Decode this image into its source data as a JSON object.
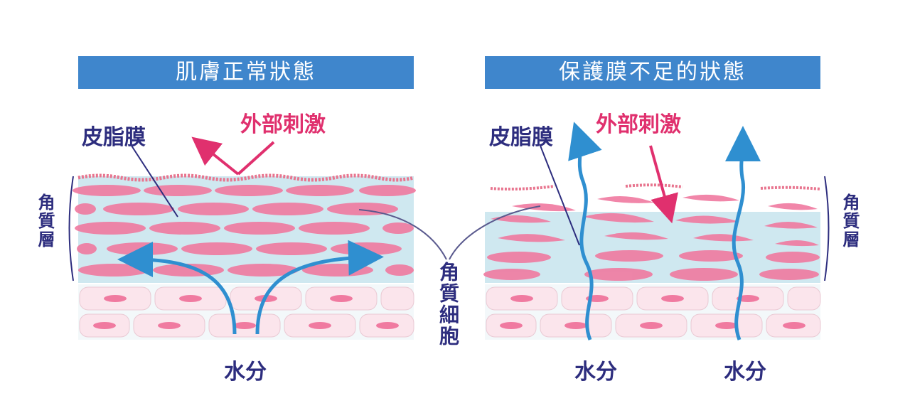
{
  "left": {
    "title": "肌膚正常狀態",
    "sebum_label": "皮脂膜",
    "stimulus_label": "外部刺激",
    "stratum_label": "角質層",
    "water_label": "水分"
  },
  "right": {
    "title": "保護膜不足的狀態",
    "sebum_label": "皮脂膜",
    "stimulus_label": "外部刺激",
    "stratum_label": "角質層",
    "water_label_1": "水分",
    "water_label_2": "水分"
  },
  "center": {
    "cell_label": "角質細胞"
  },
  "colors": {
    "title_bar": "#3f86cc",
    "navy_text": "#2d2d7e",
    "pink_text": "#e0306e",
    "water_arrow": "#2f8fd0",
    "stimulus_arrow": "#e0306e",
    "cell_pink": "#f07aa0",
    "layer_blue": "#cfe8f0"
  }
}
